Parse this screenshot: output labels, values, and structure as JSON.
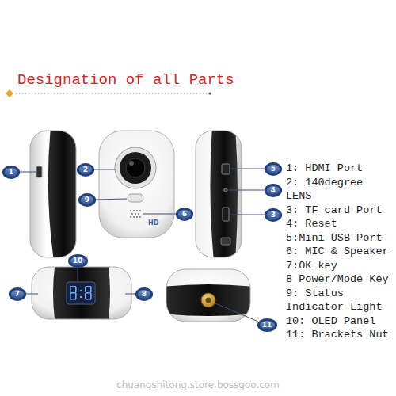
{
  "diagram": {
    "title": "Designation of all Parts",
    "nodes": [
      {
        "text": [
          "1"
        ]
      },
      {
        "text": [
          "2"
        ]
      },
      {
        "text": [
          "5"
        ]
      },
      {
        "text": [
          "9"
        ]
      },
      {
        "text": [
          "4"
        ]
      },
      {
        "text": [
          "6"
        ]
      },
      {
        "text": [
          "3"
        ]
      },
      {
        "text": [
          "10"
        ]
      },
      {
        "text": [
          "7"
        ]
      },
      {
        "text": [
          "8"
        ]
      },
      {
        "text": [
          "11"
        ]
      }
    ],
    "labels": [
      "1: HDMI Port",
      "2: 140degree LENS",
      "3: TF card Port",
      "4: Reset",
      "5:Mini USB Port",
      "6: MIC & Speaker",
      "7:OK key",
      "8 Power/Mode Key",
      "9: Status Indicator Light",
      "10: OLED Panel",
      "11: Brackets Nut",
      "HD",
      "chuangshitong.store.bossgoo.com"
    ]
  }
}
